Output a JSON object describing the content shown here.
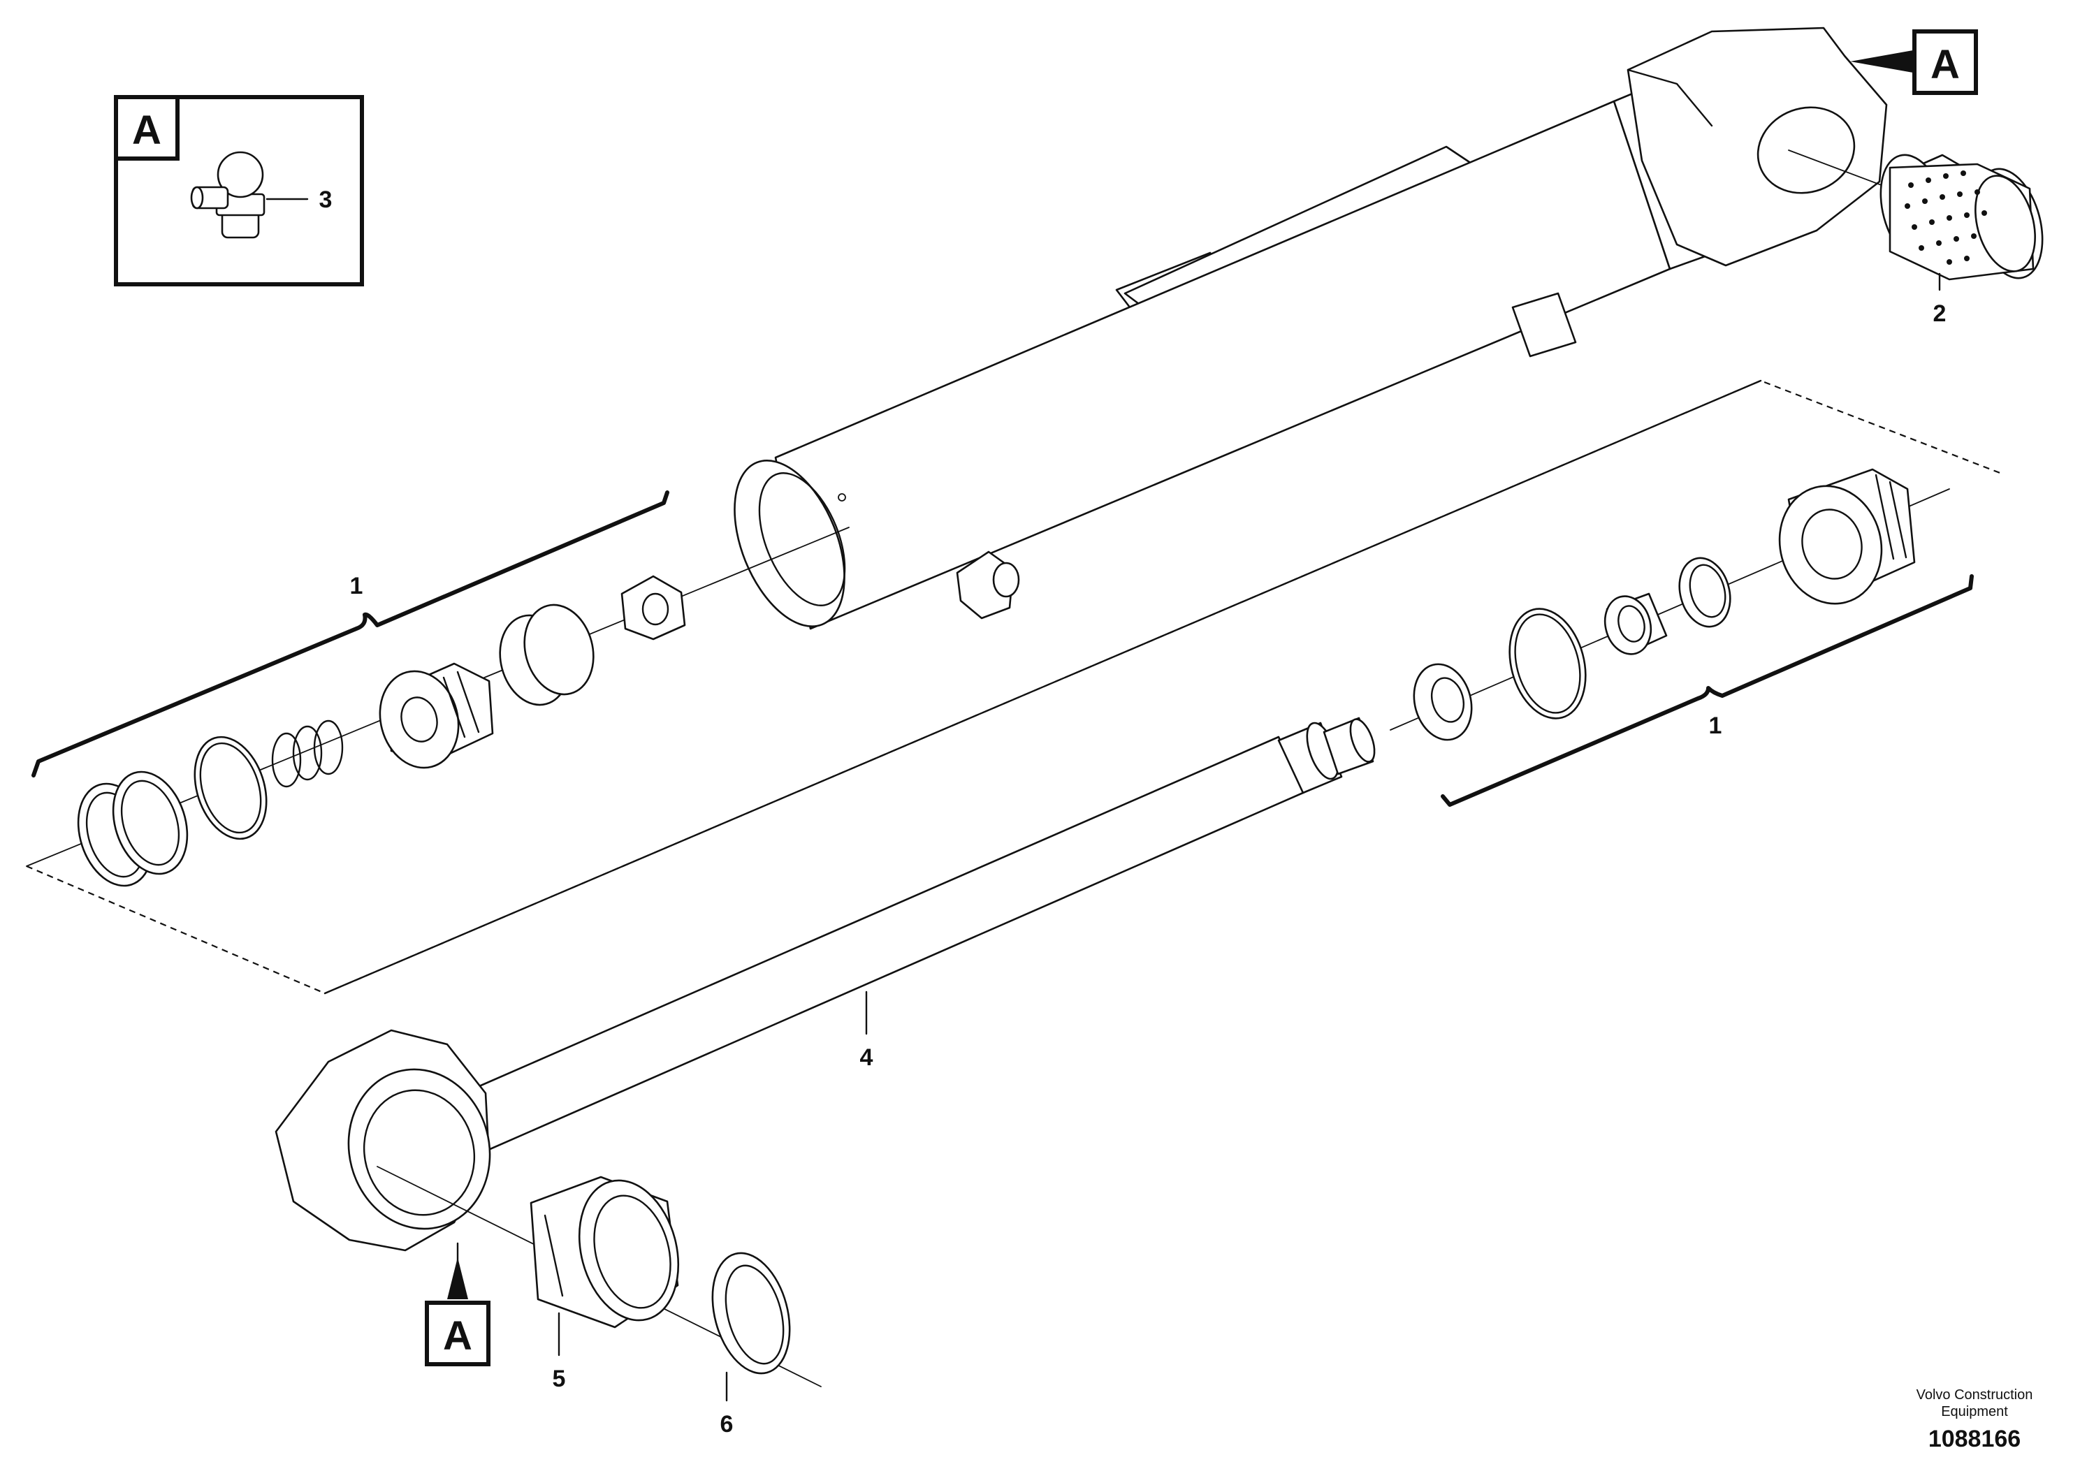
{
  "callouts": [
    {
      "id": "1",
      "label": "1"
    },
    {
      "id": "1b",
      "label": "1"
    },
    {
      "id": "2",
      "label": "2"
    },
    {
      "id": "3",
      "label": "3"
    },
    {
      "id": "4",
      "label": "4"
    },
    {
      "id": "5",
      "label": "5"
    },
    {
      "id": "6",
      "label": "6"
    }
  ],
  "reference_marks": {
    "detail_box": "A",
    "top_right": "A",
    "bottom": "A"
  },
  "footer": {
    "maker_line1": "Volvo Construction",
    "maker_line2": "Equipment",
    "image_number": "1088166"
  }
}
